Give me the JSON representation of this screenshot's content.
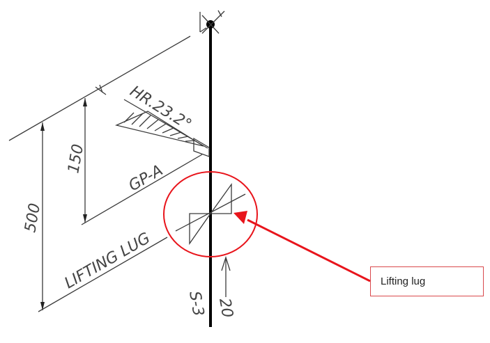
{
  "drawing": {
    "type": "isometric piping drawing detail",
    "labels": {
      "dimension_500": "500",
      "dimension_150": "150",
      "slope_label": "HR.23.2°",
      "support_label": "GP-A",
      "lug_label": "LIFTING LUG",
      "line_ref": "S-3",
      "flow_value": "20"
    },
    "colors": {
      "line_work": "#3a3a3a",
      "pipe": "#000000",
      "annotation_red": "#e8141b"
    }
  },
  "annotation": {
    "callout_text": "Lifting lug",
    "highlight_shape": "ellipse",
    "arrow_direction": "from callout box to lug"
  }
}
